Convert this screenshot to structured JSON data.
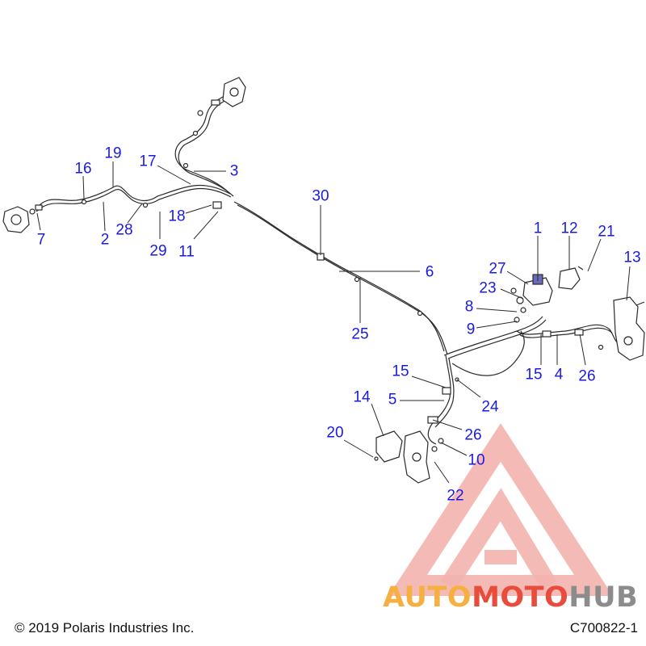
{
  "diagram": {
    "callout_color": "#1a1ae6",
    "line_color": "#2a2a2a",
    "callouts": {
      "c1": "1",
      "c2": "2",
      "c3": "3",
      "c4": "4",
      "c5": "5",
      "c6": "6",
      "c7": "7",
      "c8": "8",
      "c9": "9",
      "c10": "10",
      "c11": "11",
      "c12": "12",
      "c13": "13",
      "c14": "14",
      "c15a": "15",
      "c15b": "15",
      "c16": "16",
      "c17": "17",
      "c18": "18",
      "c19": "19",
      "c20": "20",
      "c21": "21",
      "c22": "22",
      "c23": "23",
      "c24": "24",
      "c25": "25",
      "c26a": "26",
      "c26b": "26",
      "c27": "27",
      "c28": "28",
      "c29": "29",
      "c30": "30"
    }
  },
  "footer": {
    "copyright": "© 2019 Polaris Industries Inc.",
    "diagram_code": "C700822-1"
  },
  "watermark": {
    "word_part1": "AUTO",
    "word_part2": "MOTO",
    "word_part3": "HUB",
    "color_orange": "#f5b041",
    "color_red": "#e74c3c",
    "color_gray": "#8c8c8c"
  }
}
